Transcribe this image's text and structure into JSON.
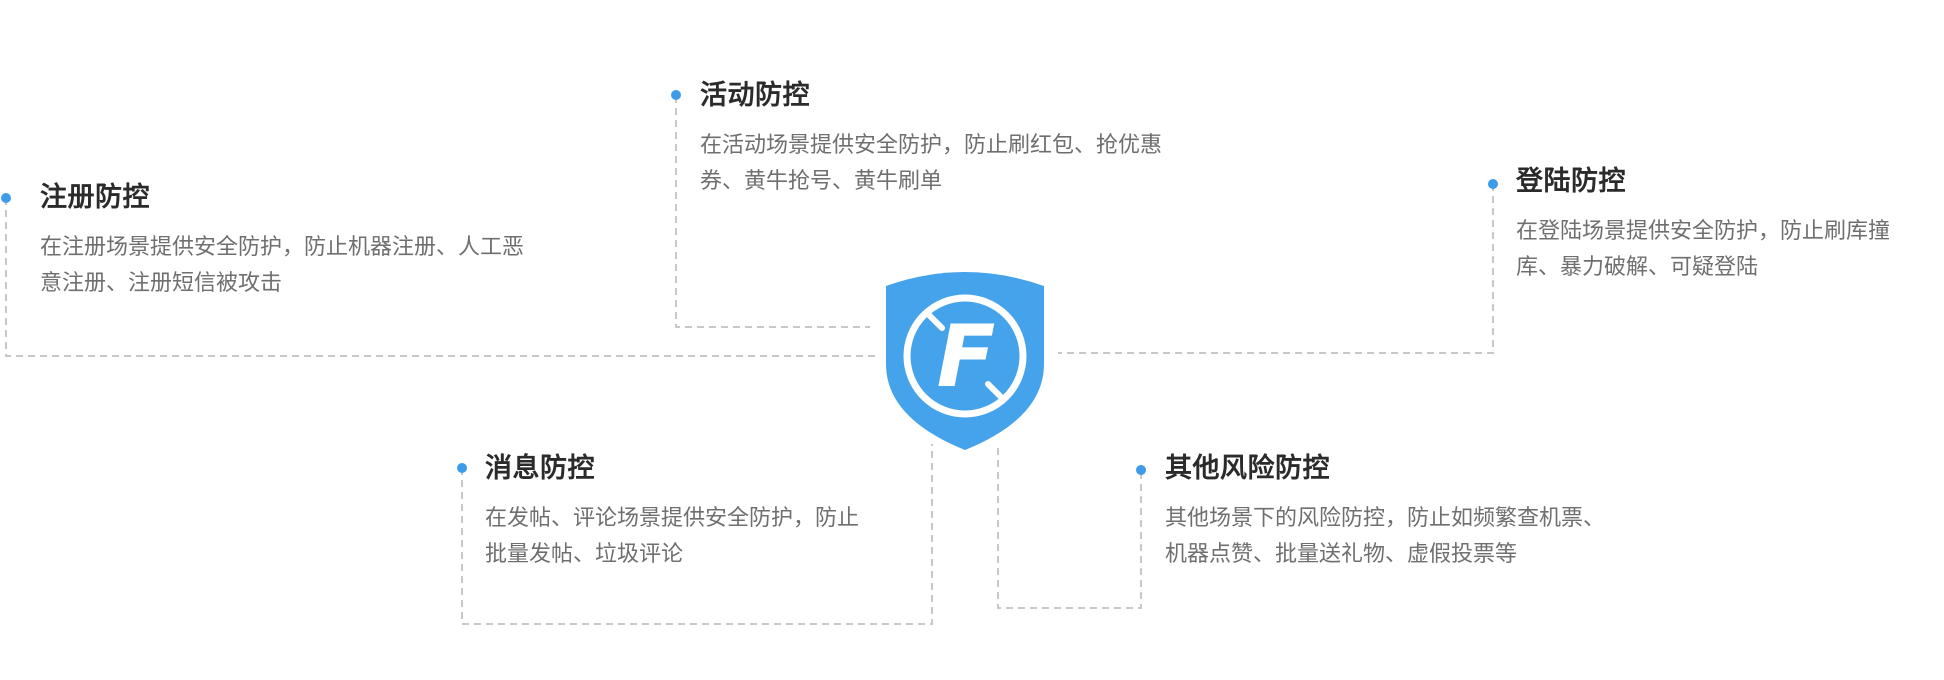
{
  "colors": {
    "accent": "#3d9be9",
    "shield": "#45a3ec",
    "connector": "#c8c8c8"
  },
  "center_logo": {
    "icon": "shield-f-logo-icon",
    "letter": "F"
  },
  "items": [
    {
      "key": "register",
      "title": "注册防控",
      "lines": [
        "在注册场景提供安全防护，防止机器注册、人工恶",
        "意注册、注册短信被攻击"
      ]
    },
    {
      "key": "activity",
      "title": "活动防控",
      "lines": [
        "在活动场景提供安全防护，防止刷红包、抢优惠",
        "券、黄牛抢号、黄牛刷单"
      ]
    },
    {
      "key": "login",
      "title": "登陆防控",
      "lines": [
        "在登陆场景提供安全防护，防止刷库撞",
        "库、暴力破解、可疑登陆"
      ]
    },
    {
      "key": "message",
      "title": "消息防控",
      "lines": [
        "在发帖、评论场景提供安全防护，防止",
        "批量发帖、垃圾评论"
      ]
    },
    {
      "key": "other",
      "title": "其他风险防控",
      "lines": [
        "其他场景下的风险防控，防止如频繁查机票、",
        "机器点赞、批量送礼物、虚假投票等"
      ]
    }
  ]
}
